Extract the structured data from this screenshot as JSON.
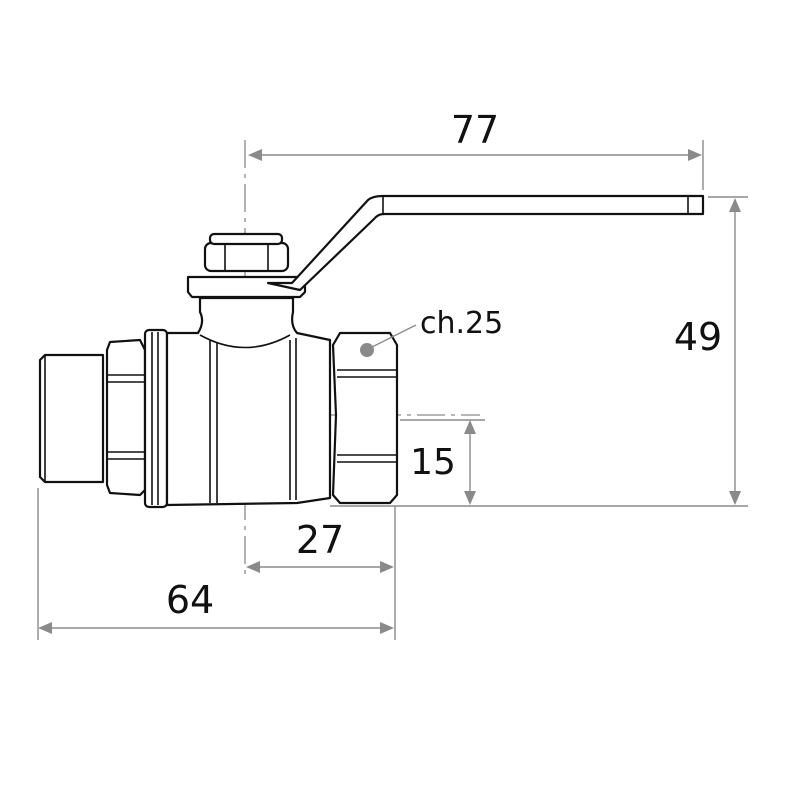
{
  "drawing": {
    "dimensions": {
      "handle_length": "77",
      "overall_height": "49",
      "center_height": "15",
      "center_to_female_end": "27",
      "overall_length": "64",
      "hex_label": "ch.25"
    }
  },
  "colors": {
    "line": "#111111",
    "dimension": "#8a8a8a"
  }
}
